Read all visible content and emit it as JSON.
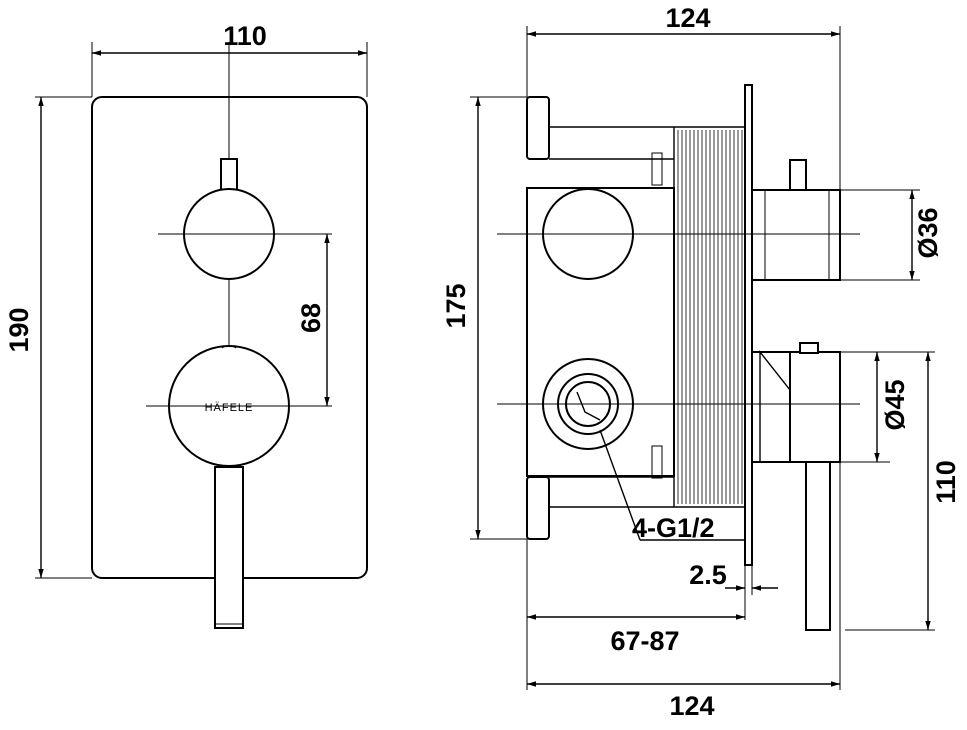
{
  "brand_mark": "HÄFELE",
  "dimensions": {
    "front_width": "110",
    "front_height": "190",
    "handle_spacing": "68",
    "side_top_width": "124",
    "side_height": "175",
    "outlet_diameter": "Ø36",
    "handle_diameter": "Ø45",
    "handle_offset": "110",
    "connections": "4-G1/2",
    "plate_thickness": "2.5",
    "install_depth": "67-87",
    "side_bottom_width": "124"
  }
}
